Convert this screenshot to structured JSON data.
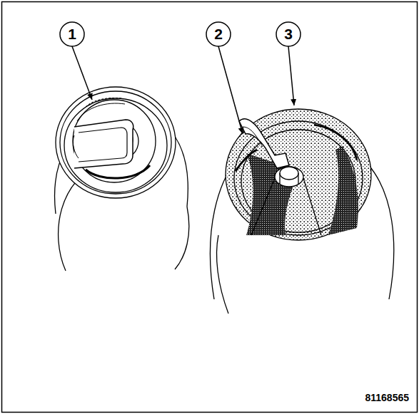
{
  "diagram": {
    "labels": [
      "1",
      "2",
      "3",
      "81168565"
    ]
  }
}
